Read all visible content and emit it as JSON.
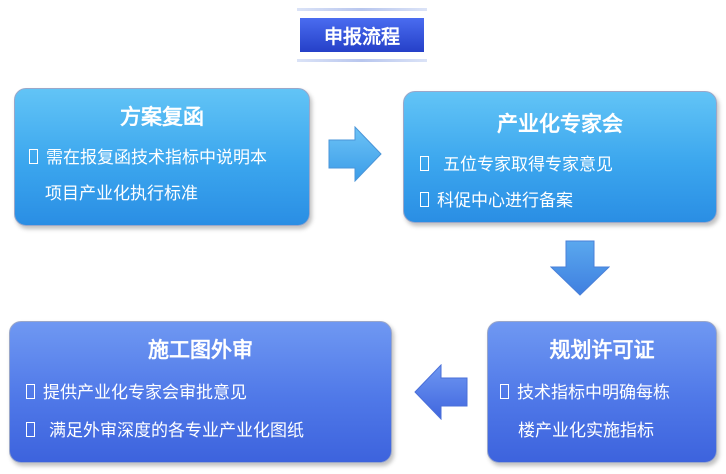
{
  "title": "申报流程",
  "boxes": {
    "top_left": {
      "heading": "方案复函",
      "item1_line1": "需在报复函技术指标中说明本",
      "item1_line2": "项目产业化执行标准"
    },
    "top_right": {
      "heading": "产业化专家会",
      "item1": "五位专家取得专家意见",
      "item2": "科促中心进行备案"
    },
    "bottom_right": {
      "heading": "规划许可证",
      "item1_line1": "技术指标中明确每栋",
      "item1_line2": "楼产业化实施指标"
    },
    "bottom_left": {
      "heading": "施工图外审",
      "item1": "提供产业化专家会审批意见",
      "item2": "满足外审深度的各专业产业化图纸"
    }
  },
  "colors": {
    "title_bg": "#2f4fd8",
    "box_cyan": "#3ba6ee",
    "box_violet": "#4f78e8",
    "arrow": "#4aa9ee"
  }
}
